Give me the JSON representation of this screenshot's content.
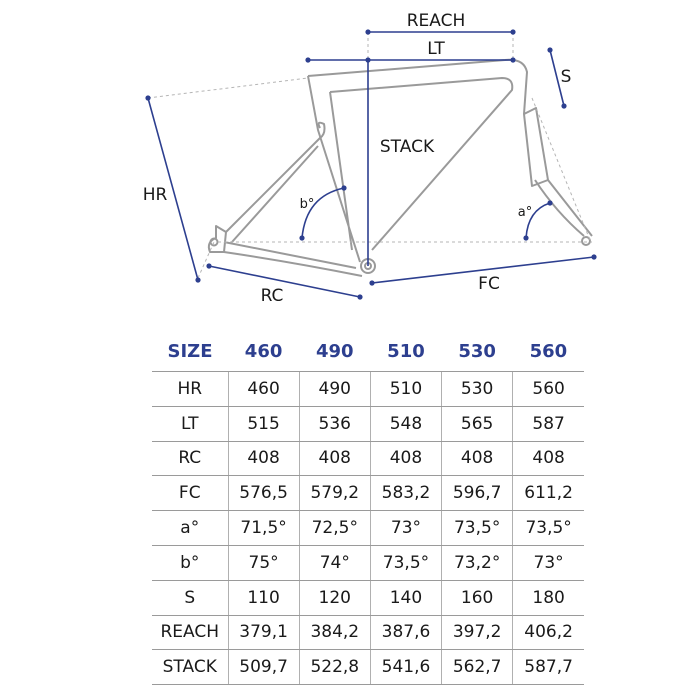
{
  "diagram": {
    "labels": {
      "reach": "REACH",
      "lt": "LT",
      "s": "S",
      "stack": "STACK",
      "hr": "HR",
      "b_angle": "b°",
      "a_angle": "a°",
      "rc": "RC",
      "fc": "FC"
    }
  },
  "table": {
    "header": [
      "SIZE",
      "460",
      "490",
      "510",
      "530",
      "560"
    ],
    "rows": [
      {
        "label": "HR",
        "values": [
          "460",
          "490",
          "510",
          "530",
          "560"
        ]
      },
      {
        "label": "LT",
        "values": [
          "515",
          "536",
          "548",
          "565",
          "587"
        ]
      },
      {
        "label": "RC",
        "values": [
          "408",
          "408",
          "408",
          "408",
          "408"
        ]
      },
      {
        "label": "FC",
        "values": [
          "576,5",
          "579,2",
          "583,2",
          "596,7",
          "611,2"
        ]
      },
      {
        "label": "a°",
        "values": [
          "71,5°",
          "72,5°",
          "73°",
          "73,5°",
          "73,5°"
        ]
      },
      {
        "label": "b°",
        "values": [
          "75°",
          "74°",
          "73,5°",
          "73,2°",
          "73°"
        ]
      },
      {
        "label": "S",
        "values": [
          "110",
          "120",
          "140",
          "160",
          "180"
        ]
      },
      {
        "label": "REACH",
        "values": [
          "379,1",
          "384,2",
          "387,6",
          "397,2",
          "406,2"
        ]
      },
      {
        "label": "STACK",
        "values": [
          "509,7",
          "522,8",
          "541,6",
          "562,7",
          "587,7"
        ]
      }
    ]
  },
  "colors": {
    "accent": "#2d3f8f",
    "frame": "#9a9a9a",
    "rule": "#9a9a9a"
  }
}
